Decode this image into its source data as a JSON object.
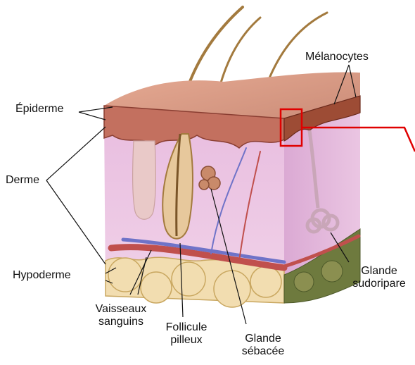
{
  "labels": {
    "melanocytes": "Mélanocytes",
    "epiderme": "Épiderme",
    "derme": "Derme",
    "hypoderme": "Hypoderme",
    "vaisseaux_line1": "Vaisseaux",
    "vaisseaux_line2": "sanguins",
    "follicule_line1": "Follicule",
    "follicule_line2": "pilleux",
    "glande_sebacee_line1": "Glande",
    "glande_sebacee_line2": "sébacée",
    "glande_sudoripare_line1": "Glande",
    "glande_sudoripare_line2": "sudoripare"
  },
  "colors": {
    "highlight": "#e00000",
    "dermis": "#e9bfe0",
    "epidermis": "#c77a6a",
    "fat": "#f2ddb0",
    "hair": "#a37a3e",
    "vein": "#6f73c8",
    "artery": "#c0504d"
  }
}
